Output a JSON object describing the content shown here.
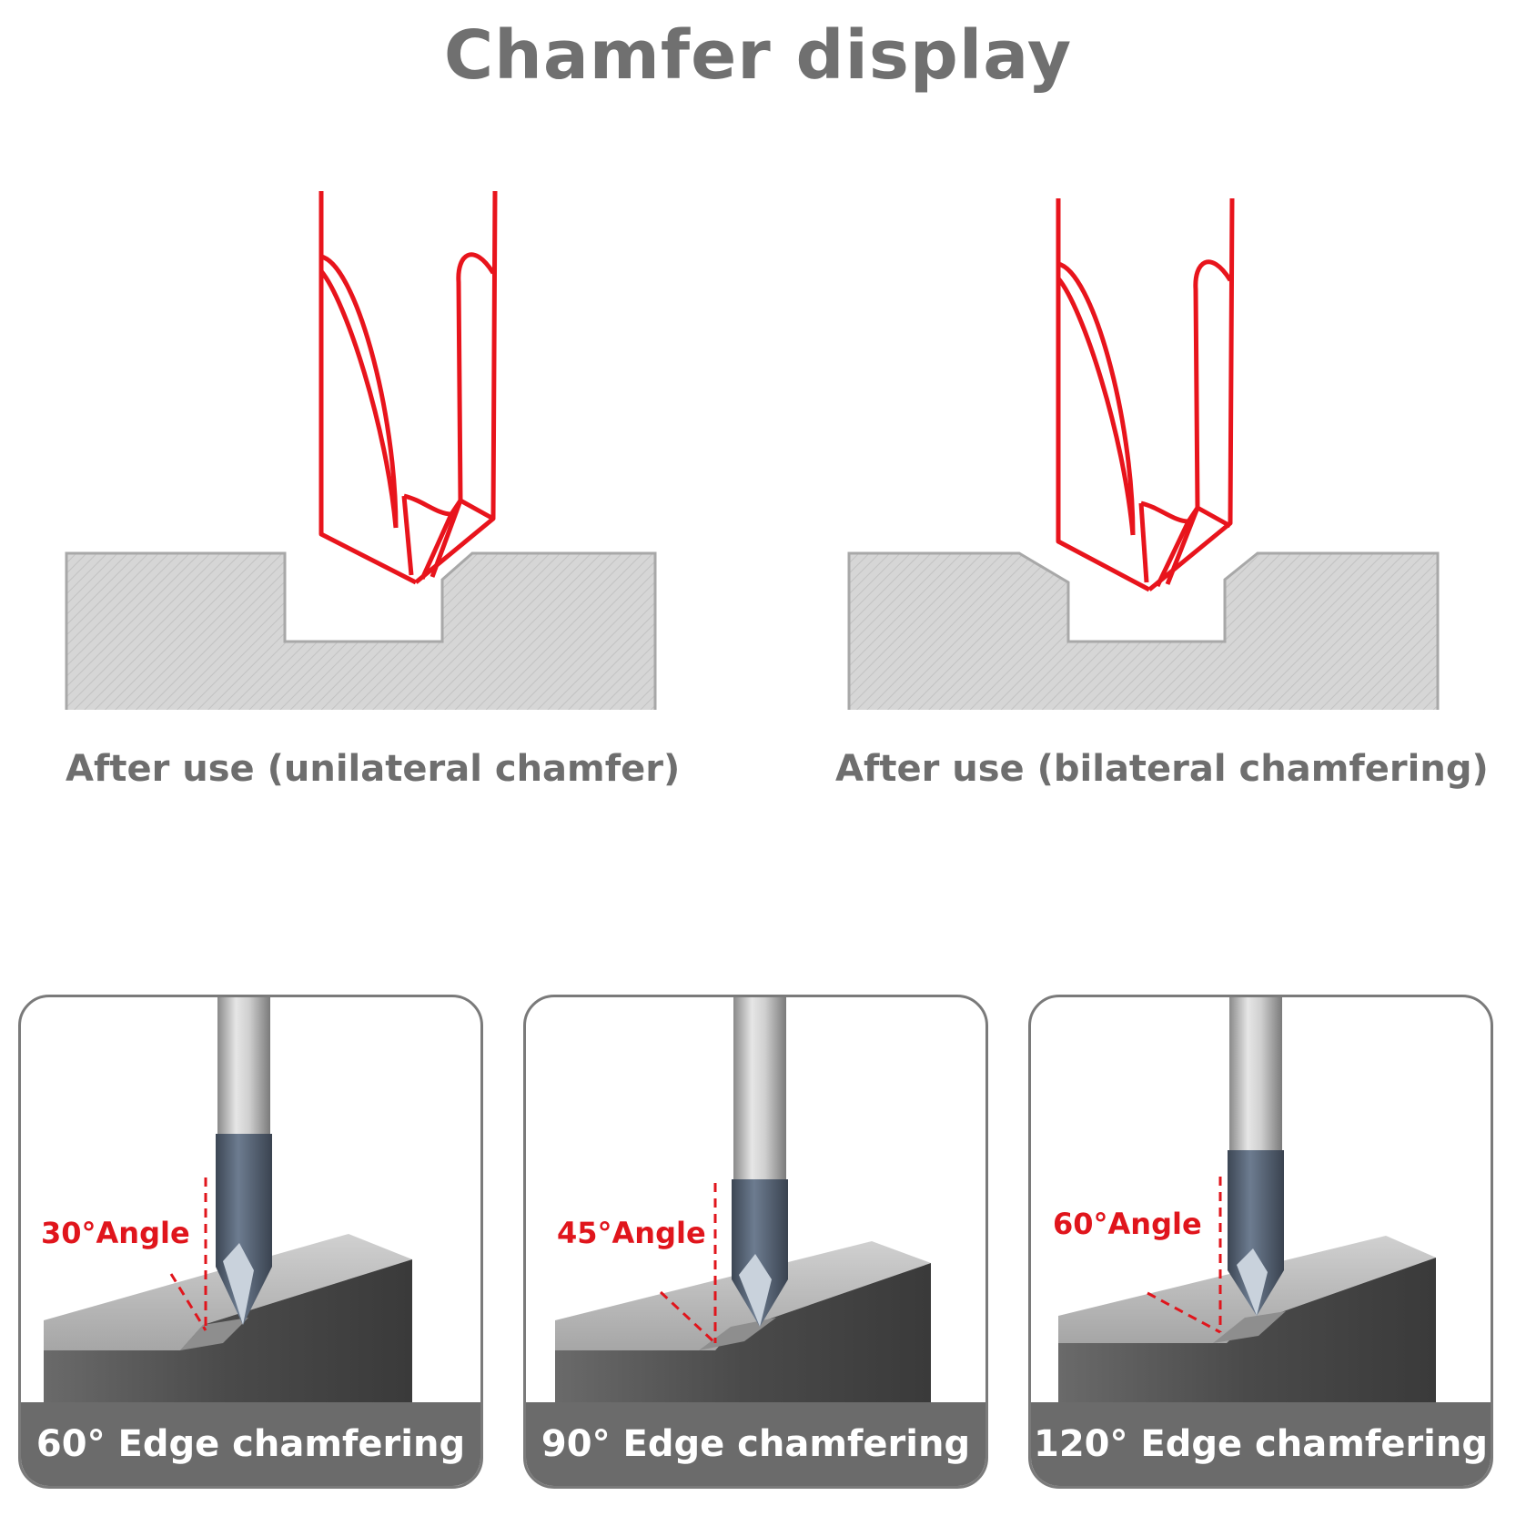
{
  "title": "Chamfer display",
  "diagrams": [
    {
      "caption": "After use (unilateral chamfer)"
    },
    {
      "caption": "After use (bilateral chamfering)"
    }
  ],
  "cards": [
    {
      "angle_label": "30°Angle",
      "label": "60° Edge chamfering"
    },
    {
      "angle_label": "45°Angle",
      "label": "90° Edge chamfering"
    },
    {
      "angle_label": "60°Angle",
      "label": "120° Edge chamfering"
    }
  ],
  "colors": {
    "accent": "#e0151c",
    "text_gray": "#707070",
    "label_bg": "#6b6b6b"
  }
}
